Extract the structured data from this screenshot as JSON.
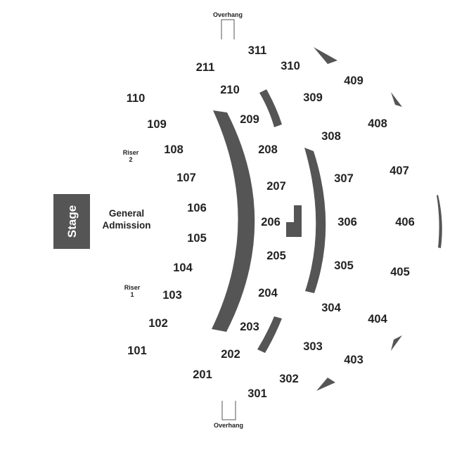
{
  "venue_map": {
    "stage_label": "Stage",
    "general_admission": [
      "General",
      "Admission"
    ],
    "overhang_top": "Overhang",
    "overhang_bottom": "Overhang",
    "riser_1": [
      "Riser",
      "1"
    ],
    "riser_2": [
      "Riser",
      "2"
    ],
    "sections_100": [
      "110",
      "109",
      "108",
      "107",
      "106",
      "105",
      "104",
      "103",
      "102",
      "101"
    ],
    "sections_200": [
      "211",
      "210",
      "209",
      "208",
      "207",
      "206",
      "205",
      "204",
      "203",
      "202",
      "201"
    ],
    "sections_300": [
      "311",
      "310",
      "309",
      "308",
      "307",
      "306",
      "305",
      "304",
      "303",
      "302",
      "301"
    ],
    "sections_400": [
      "409",
      "408",
      "407",
      "406",
      "405",
      "404",
      "403"
    ]
  },
  "colors": {
    "walls": "#555555",
    "stage": "#555555",
    "text": "#222222",
    "background": "#ffffff"
  }
}
